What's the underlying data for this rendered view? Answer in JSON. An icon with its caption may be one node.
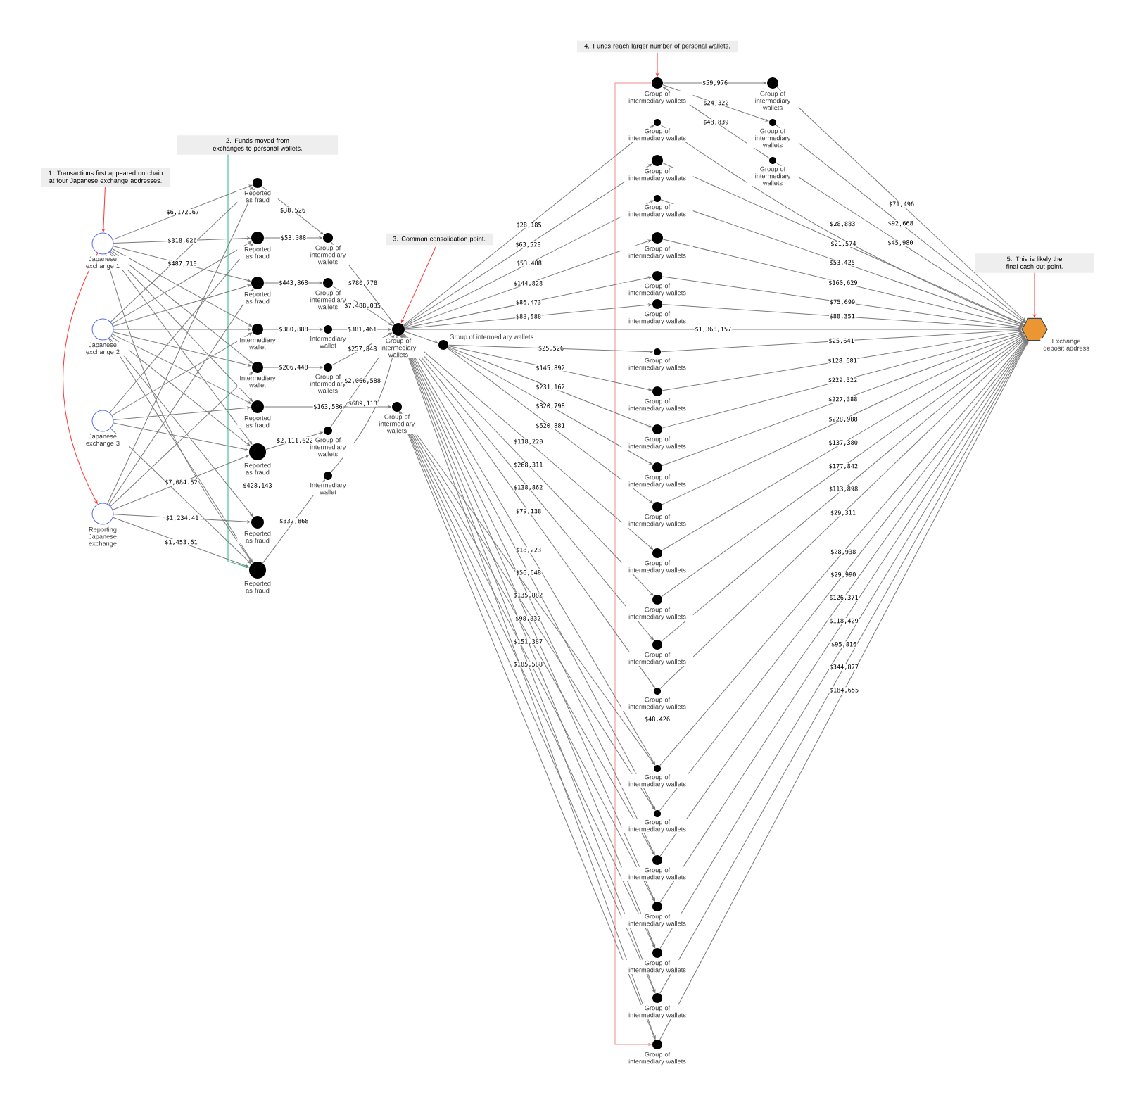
{
  "diagram": {
    "nodes": [
      {
        "text": [
          "1. Transactions first appeared on chain at four Japanese exchange addresses."
        ]
      },
      {
        "text": [
          "2. Funds moved from exchanges to personal wallets."
        ]
      },
      {
        "text": [
          "3. Common consolidation point."
        ]
      },
      {
        "text": [
          "4. Funds reach larger number of personal wallets."
        ]
      },
      {
        "text": [
          "5. This is likely the final cash-out point."
        ]
      },
      {
        "text": [
          "Japanese exchange 1"
        ]
      },
      {
        "text": [
          "Japanese exchange 2"
        ]
      },
      {
        "text": [
          "Japanese exchange 3"
        ]
      },
      {
        "text": [
          "Reporting Japanese exchange"
        ]
      },
      {
        "text": [
          "Reported as fraud"
        ]
      },
      {
        "text": [
          "Reported as fraud"
        ]
      },
      {
        "text": [
          "Reported as fraud"
        ]
      },
      {
        "text": [
          "Intermediary wallet"
        ]
      },
      {
        "text": [
          "Intermediary wallet"
        ]
      },
      {
        "text": [
          "Reported as fraud"
        ]
      },
      {
        "text": [
          "Reported as fraud"
        ]
      },
      {
        "text": [
          "Reported as fraud"
        ]
      },
      {
        "text": [
          "Reported as fraud"
        ]
      },
      {
        "text": [
          "Group of intermediary wallets"
        ]
      },
      {
        "text": [
          "Group of intermediary wallets"
        ]
      },
      {
        "text": [
          "Intermediary wallet"
        ]
      },
      {
        "text": [
          "Group of intermediary wallets"
        ]
      },
      {
        "text": [
          "Group of intermediary wallets"
        ]
      },
      {
        "text": [
          "Intermediary wallet"
        ]
      },
      {
        "text": [
          "Group of intermediary wallets"
        ]
      },
      {
        "text": [
          "Group of intermediary wallets"
        ]
      },
      {
        "text": [
          "Group of intermediary wallets"
        ]
      },
      {
        "text": [
          "Group of intermediary wallets"
        ]
      },
      {
        "text": [
          "Group of intermediary wallets"
        ]
      },
      {
        "text": [
          "Group of intermediary wallets"
        ]
      },
      {
        "text": [
          "Group of intermediary wallets"
        ]
      },
      {
        "text": [
          "Group of intermediary wallets"
        ]
      },
      {
        "text": [
          "Group of intermediary wallets"
        ]
      },
      {
        "text": [
          "Group of intermediary wallets"
        ]
      },
      {
        "text": [
          "Group of intermediary wallets"
        ]
      },
      {
        "text": [
          "Group of intermediary wallets"
        ]
      },
      {
        "text": [
          "Group of intermediary wallets"
        ]
      },
      {
        "text": [
          "Group of intermediary wallets"
        ]
      },
      {
        "text": [
          "Group of intermediary wallets"
        ]
      },
      {
        "text": [
          "Group of intermediary wallets"
        ]
      },
      {
        "text": [
          "Group of intermediary wallets"
        ]
      },
      {
        "text": [
          "Group of intermediary wallets"
        ]
      },
      {
        "text": [
          "Group of intermediary wallets"
        ]
      },
      {
        "text": [
          "Group of intermediary wallets"
        ]
      },
      {
        "text": [
          "Group of intermediary wallets"
        ]
      },
      {
        "text": [
          "Group of intermediary wallets"
        ]
      },
      {
        "text": [
          "Group of intermediary wallets"
        ]
      },
      {
        "text": [
          "Group of intermediary wallets"
        ]
      },
      {
        "text": [
          "Group of intermediary wallets"
        ]
      },
      {
        "text": [
          "Group of intermediary wallets"
        ]
      },
      {
        "text": [
          "Group of intermediary wallets"
        ]
      },
      {
        "text": [
          "Group of intermediary wallets"
        ]
      },
      {
        "text": [
          "Group of intermediary wallets"
        ]
      },
      {
        "text": [
          "Exchange deposit address"
        ]
      }
    ],
    "edges": [
      {
        "from": 0,
        "to": 5,
        "arrow": "to",
        "color": "#ff3333"
      },
      {
        "from": 5,
        "to": 8,
        "arrow": "to",
        "color": "#ff3333"
      },
      {
        "from": 1,
        "to": 17,
        "arrow": "to",
        "color": "#2bb58f"
      },
      {
        "from": 2,
        "to": 24,
        "arrow": "to",
        "color": "#ff3333"
      },
      {
        "from": 3,
        "to": 27,
        "arrow": "to",
        "color": "#ff3333"
      },
      {
        "from": 27,
        "to": 49,
        "arrow": "to",
        "color": "#f28c8c"
      },
      {
        "from": 4,
        "to": 53,
        "arrow": "to",
        "color": "#ff3333"
      },
      {
        "from": 5,
        "to": 9,
        "arrow": "to",
        "label": "$6,172.67"
      },
      {
        "from": 5,
        "to": 10,
        "arrow": "to",
        "label": "$318,026"
      },
      {
        "from": 5,
        "to": 11,
        "arrow": "to",
        "label": "$487,710"
      },
      {
        "from": 5,
        "to": 12,
        "arrow": "to"
      },
      {
        "from": 5,
        "to": 13,
        "arrow": "to"
      },
      {
        "from": 5,
        "to": 14,
        "arrow": "to"
      },
      {
        "from": 5,
        "to": 15,
        "arrow": "to"
      },
      {
        "from": 5,
        "to": 17,
        "arrow": "to"
      },
      {
        "from": 6,
        "to": 9,
        "arrow": "to"
      },
      {
        "from": 6,
        "to": 10,
        "arrow": "to"
      },
      {
        "from": 6,
        "to": 11,
        "arrow": "to"
      },
      {
        "from": 6,
        "to": 12,
        "arrow": "to"
      },
      {
        "from": 6,
        "to": 13,
        "arrow": "to"
      },
      {
        "from": 6,
        "to": 14,
        "arrow": "to"
      },
      {
        "from": 6,
        "to": 15,
        "arrow": "to"
      },
      {
        "from": 6,
        "to": 16,
        "arrow": "to"
      },
      {
        "from": 6,
        "to": 17,
        "arrow": "to"
      },
      {
        "from": 7,
        "to": 10,
        "arrow": "to"
      },
      {
        "from": 7,
        "to": 12,
        "arrow": "to"
      },
      {
        "from": 7,
        "to": 14,
        "arrow": "to"
      },
      {
        "from": 7,
        "to": 15,
        "arrow": "to"
      },
      {
        "from": 7,
        "to": 17,
        "arrow": "to"
      },
      {
        "from": 8,
        "to": 9,
        "arrow": "to"
      },
      {
        "from": 8,
        "to": 11,
        "arrow": "to"
      },
      {
        "from": 8,
        "to": 13,
        "arrow": "to"
      },
      {
        "from": 8,
        "to": 15,
        "arrow": "to",
        "label": "$7,084.52"
      },
      {
        "from": 8,
        "to": 16,
        "arrow": "to",
        "label": "$1,234.41"
      },
      {
        "from": 8,
        "to": 17,
        "arrow": "to",
        "label": "$1,453.61"
      },
      {
        "from": 9,
        "to": 18,
        "arrow": "to",
        "label": "$38,526"
      },
      {
        "from": 10,
        "to": 18,
        "arrow": "to",
        "label": "$53,088"
      },
      {
        "from": 11,
        "to": 19,
        "arrow": "to",
        "label": "$443,868"
      },
      {
        "from": 12,
        "to": 20,
        "arrow": "to",
        "label": "$380,888"
      },
      {
        "from": 13,
        "to": 21,
        "arrow": "to",
        "label": "$206,448"
      },
      {
        "from": 14,
        "to": 26,
        "arrow": "to",
        "label": "$163,586"
      },
      {
        "from": 15,
        "to": 22,
        "arrow": "to",
        "label": "$2,111,622"
      },
      {
        "from": 17,
        "to": 23,
        "arrow": "to",
        "label": "$332,868"
      },
      {
        "from": 18,
        "to": 24,
        "arrow": "to",
        "label": "$780,778"
      },
      {
        "from": 19,
        "to": 24,
        "arrow": "to",
        "label": "$7,488,035"
      },
      {
        "from": 20,
        "to": 24,
        "arrow": "to",
        "label": "$381,461"
      },
      {
        "from": 21,
        "to": 24,
        "arrow": "to",
        "label": "$257,848"
      },
      {
        "from": 22,
        "to": 24,
        "arrow": "to",
        "label": "$2,066,588"
      },
      {
        "from": 23,
        "to": 24,
        "arrow": "to",
        "label": "$689,113"
      },
      {
        "from": 24,
        "to": 25,
        "arrow": "to"
      },
      {
        "from": 24,
        "to": 53,
        "arrow": "to",
        "label": "$1,368,157"
      },
      {
        "from": 24,
        "to": 28,
        "arrow": "to",
        "label": "$28,185"
      },
      {
        "from": 24,
        "to": 29,
        "arrow": "to",
        "label": "$63,528"
      },
      {
        "from": 24,
        "to": 30,
        "arrow": "to",
        "label": "$53,488"
      },
      {
        "from": 24,
        "to": 31,
        "arrow": "to",
        "label": "$144,828"
      },
      {
        "from": 24,
        "to": 32,
        "arrow": "to",
        "label": "$86,473"
      },
      {
        "from": 24,
        "to": 33,
        "arrow": "to",
        "label": "$88,588"
      },
      {
        "from": 25,
        "to": 34,
        "arrow": "to",
        "label": "$25,526"
      },
      {
        "from": 25,
        "to": 35,
        "arrow": "to",
        "label": "$145,892"
      },
      {
        "from": 25,
        "to": 36,
        "arrow": "to",
        "label": "$231,162"
      },
      {
        "from": 25,
        "to": 37,
        "arrow": "to",
        "label": "$320,798"
      },
      {
        "from": 25,
        "to": 38,
        "arrow": "to",
        "label": "$520,881"
      },
      {
        "from": 24,
        "to": 39,
        "arrow": "to",
        "label": "$118,220"
      },
      {
        "from": 24,
        "to": 40,
        "arrow": "to",
        "label": "$268,311"
      },
      {
        "from": 24,
        "to": 41,
        "arrow": "to",
        "label": "$138,862"
      },
      {
        "from": 24,
        "to": 42,
        "arrow": "to",
        "label": "$79,138"
      },
      {
        "from": 24,
        "to": 43,
        "arrow": "to",
        "label": "$18,223"
      },
      {
        "from": 24,
        "to": 44,
        "arrow": "to",
        "label": "$56,648"
      },
      {
        "from": 24,
        "to": 45,
        "arrow": "to",
        "label": "$135,882"
      },
      {
        "from": 24,
        "to": 46,
        "arrow": "to",
        "label": "$98,832"
      },
      {
        "from": 24,
        "to": 47,
        "arrow": "to",
        "label": "$151,387"
      },
      {
        "from": 24,
        "to": 48,
        "arrow": "to",
        "label": "$185,588"
      },
      {
        "from": 24,
        "to": 49,
        "arrow": "to"
      },
      {
        "from": 26,
        "to": 43,
        "arrow": "to"
      },
      {
        "from": 26,
        "to": 44,
        "arrow": "to"
      },
      {
        "from": 26,
        "to": 45,
        "arrow": "to"
      },
      {
        "from": 26,
        "to": 46,
        "arrow": "to"
      },
      {
        "from": 26,
        "to": 47,
        "arrow": "to"
      },
      {
        "from": 26,
        "to": 48,
        "arrow": "to"
      },
      {
        "from": 26,
        "to": 49,
        "arrow": "to"
      },
      {
        "from": 27,
        "to": 50,
        "arrow": "to",
        "label": "$59,976"
      },
      {
        "from": 27,
        "to": 51,
        "arrow": "to",
        "label": "$24,322"
      },
      {
        "from": 52,
        "to": 27,
        "arrow": "to",
        "label": "$48,839"
      },
      {
        "from": 50,
        "to": 53,
        "arrow": "to",
        "label": "$71,496"
      },
      {
        "from": 51,
        "to": 53,
        "arrow": "to",
        "label": "$92,668"
      },
      {
        "from": 52,
        "to": 53,
        "arrow": "to",
        "label": "$45,980"
      },
      {
        "from": 28,
        "to": 53,
        "arrow": "to",
        "label": "$28,883"
      },
      {
        "from": 29,
        "to": 53,
        "arrow": "to",
        "label": "$21,574"
      },
      {
        "from": 30,
        "to": 53,
        "arrow": "to",
        "label": "$53,425"
      },
      {
        "from": 31,
        "to": 53,
        "arrow": "to",
        "label": "$160,629"
      },
      {
        "from": 32,
        "to": 53,
        "arrow": "to",
        "label": "$75,699"
      },
      {
        "from": 33,
        "to": 53,
        "arrow": "to",
        "label": "$88,351"
      },
      {
        "from": 34,
        "to": 53,
        "arrow": "to",
        "label": "$25,641"
      },
      {
        "from": 35,
        "to": 53,
        "arrow": "to",
        "label": "$128,681"
      },
      {
        "from": 36,
        "to": 53,
        "arrow": "to",
        "label": "$229,322"
      },
      {
        "from": 37,
        "to": 53,
        "arrow": "to",
        "label": "$227,388"
      },
      {
        "from": 38,
        "to": 53,
        "arrow": "to",
        "label": "$228,988"
      },
      {
        "from": 39,
        "to": 53,
        "arrow": "to",
        "label": "$137,380"
      },
      {
        "from": 40,
        "to": 53,
        "arrow": "to",
        "label": "$177,842"
      },
      {
        "from": 41,
        "to": 53,
        "arrow": "to",
        "label": "$113,898"
      },
      {
        "from": 42,
        "to": 53,
        "arrow": "to",
        "label": "$29,311"
      },
      {
        "from": 43,
        "to": 53,
        "arrow": "to",
        "label": "$28,938"
      },
      {
        "from": 44,
        "to": 53,
        "arrow": "to",
        "label": "$29,990"
      },
      {
        "from": 45,
        "to": 53,
        "arrow": "to",
        "label": "$126,371"
      },
      {
        "from": 46,
        "to": 53,
        "arrow": "to",
        "label": "$118,429"
      },
      {
        "from": 47,
        "to": 53,
        "arrow": "to",
        "label": "$95,816"
      },
      {
        "from": 48,
        "to": 53,
        "arrow": "to",
        "label": "$344,877"
      },
      {
        "from": 49,
        "to": 53,
        "arrow": "to",
        "label": "$184,655"
      }
    ],
    "labels": [
      "$428,143",
      "$48,426"
    ]
  }
}
